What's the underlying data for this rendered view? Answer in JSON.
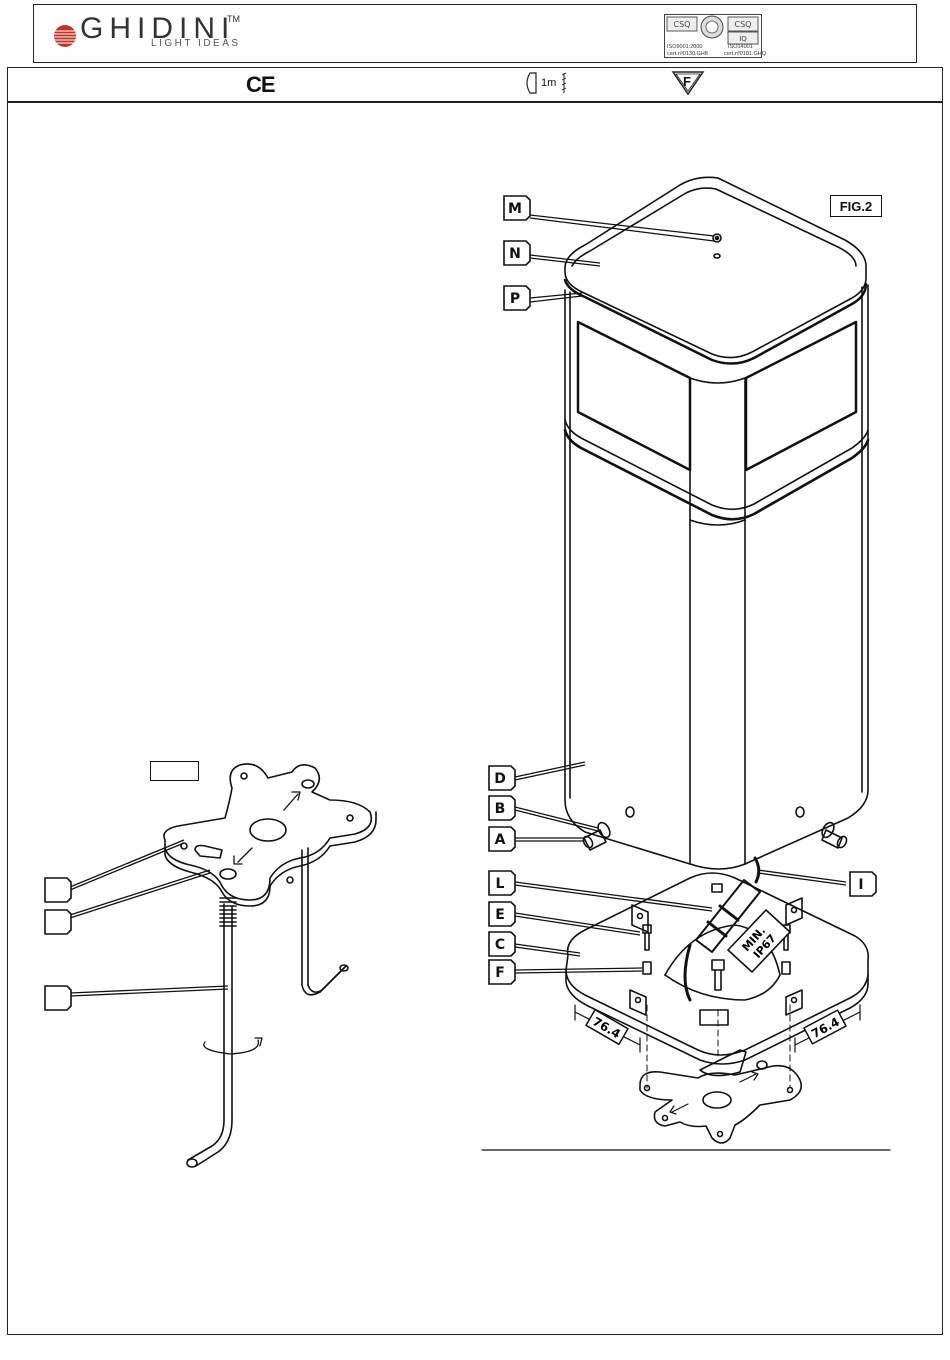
{
  "header": {
    "brand_name": "GHIDINI",
    "brand_tm": "TM",
    "brand_tagline": "LIGHT IDEAS",
    "cert_left_text": "ISO9001:2000",
    "cert_left_number": "cert.nº0130.GH8",
    "cert_right_text": "ISO14001",
    "cert_right_number": "cert.nº0181.GHQ"
  },
  "symbols": {
    "ce_mark": "CE",
    "distance_label": "1m",
    "flammability_label": "F"
  },
  "figure": {
    "fig_label": "FIG.2",
    "part_labels": [
      "M",
      "N",
      "P",
      "D",
      "B",
      "A",
      "L",
      "E",
      "C",
      "F",
      "I"
    ],
    "dimension_left": "76.4",
    "dimension_right": "76.4",
    "cable_gland_text": "MIN.\nIP67"
  }
}
